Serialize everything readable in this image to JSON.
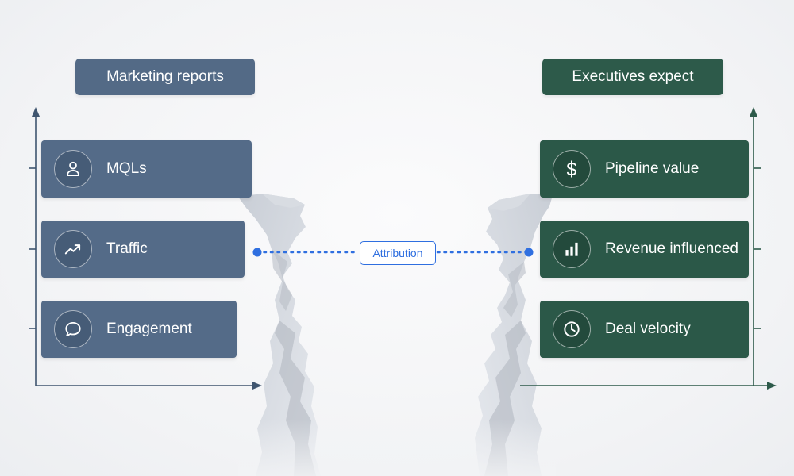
{
  "left_panel": {
    "header": "Marketing reports",
    "color": "#536a86",
    "items": [
      {
        "label": "MQLs",
        "icon": "person-icon"
      },
      {
        "label": "Traffic",
        "icon": "trend-up-icon"
      },
      {
        "label": "Engagement",
        "icon": "chat-bubble-icon"
      }
    ]
  },
  "right_panel": {
    "header": "Executives expect",
    "color": "#2d5a4a",
    "items": [
      {
        "label": "Pipeline value",
        "icon": "dollar-icon"
      },
      {
        "label": "Revenue influenced",
        "icon": "bar-chart-icon"
      },
      {
        "label": "Deal velocity",
        "icon": "clock-icon"
      }
    ]
  },
  "bridge": {
    "label": "Attribution",
    "color": "#2f6fe0"
  }
}
